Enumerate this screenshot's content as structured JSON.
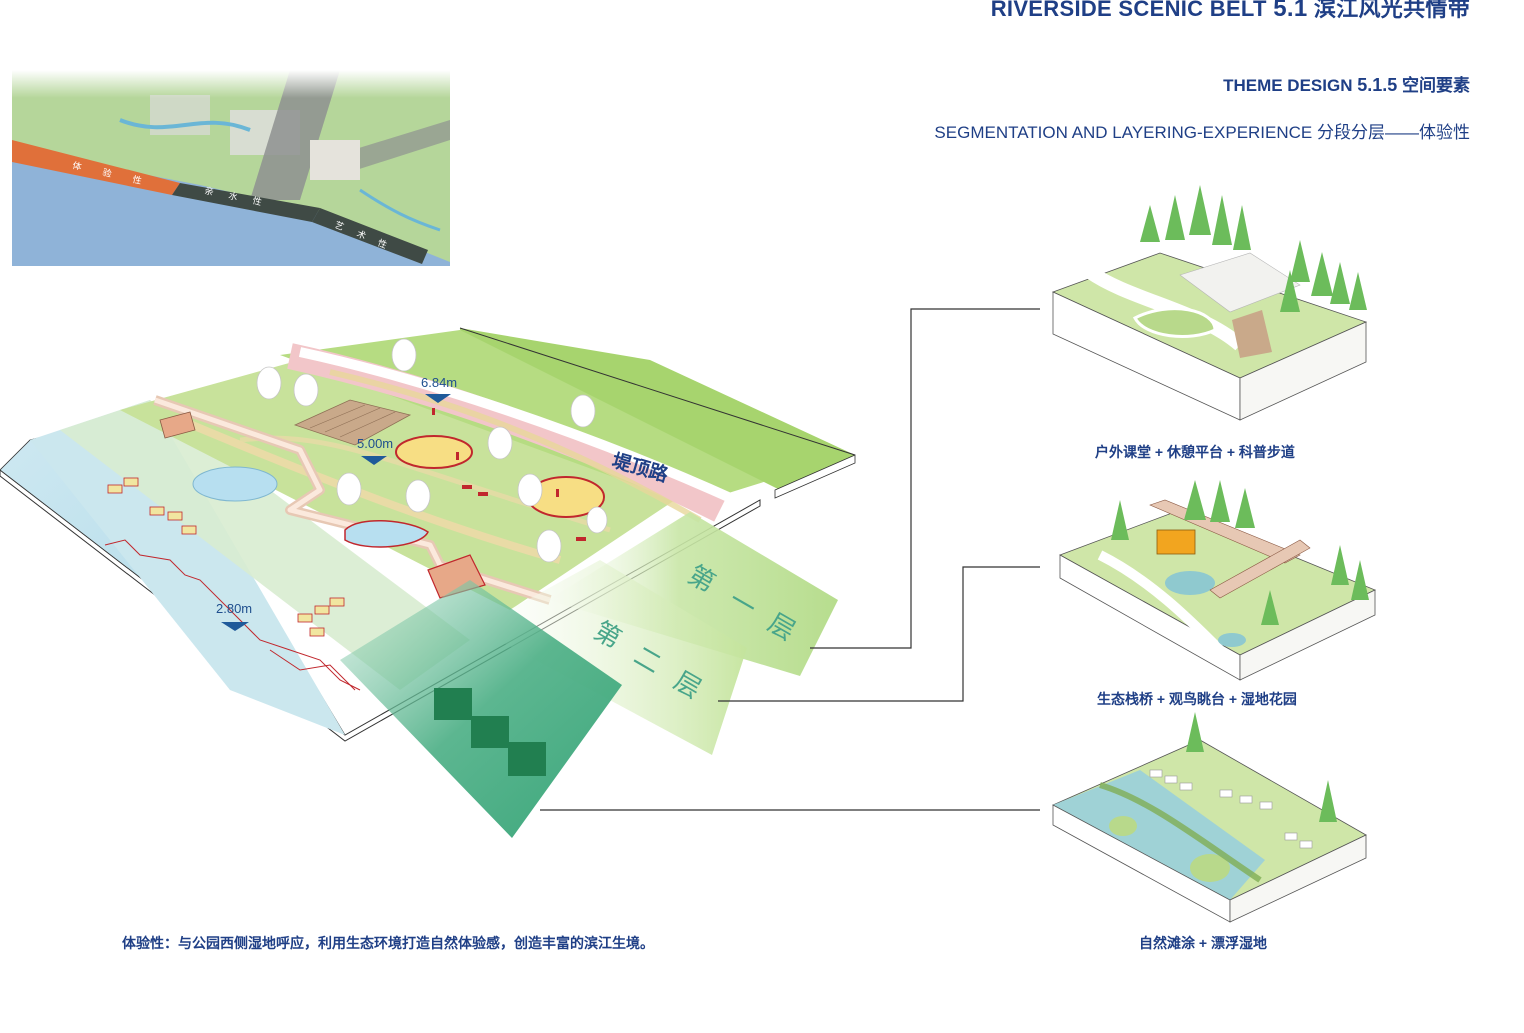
{
  "header": {
    "section_en": "RIVERSIDE SCENIC BELT",
    "section_num": "5.1",
    "section_cn": "滨江风光共情带",
    "theme_en": "THEME DESIGN",
    "theme_num": "5.1.5",
    "theme_cn": "空间要素",
    "seg_en": "SEGMENTATION AND LAYERING-EXPERIENCE",
    "seg_cn": "分段分层——体验性"
  },
  "keymap": {
    "labels": [
      "体",
      "验",
      "性",
      "亲",
      "水",
      "性",
      "艺",
      "术",
      "性"
    ]
  },
  "diagram": {
    "road_label": "堤顶路",
    "elev_high": "6.84m",
    "elev_mid": "5.00m",
    "elev_low": "2.80m",
    "layer1": [
      "第",
      "一",
      "层"
    ],
    "layer2": [
      "第",
      "二",
      "层"
    ]
  },
  "captions": {
    "c1": "户外课堂 + 休憩平台 + 科普步道",
    "c2": "生态栈桥 + 观鸟眺台 + 湿地花园",
    "c3": "自然滩涂 + 漂浮湿地",
    "bottom": "体验性：与公园西侧湿地呼应，利用生态环境打造自然体验感，创造丰富的滨江生境。"
  },
  "colors": {
    "title_blue": "#1f3f86",
    "grass": "#b8dc8c",
    "water": "#c9e6ef",
    "layer_green": "#3fa77c",
    "accent_red": "#c1272d"
  }
}
